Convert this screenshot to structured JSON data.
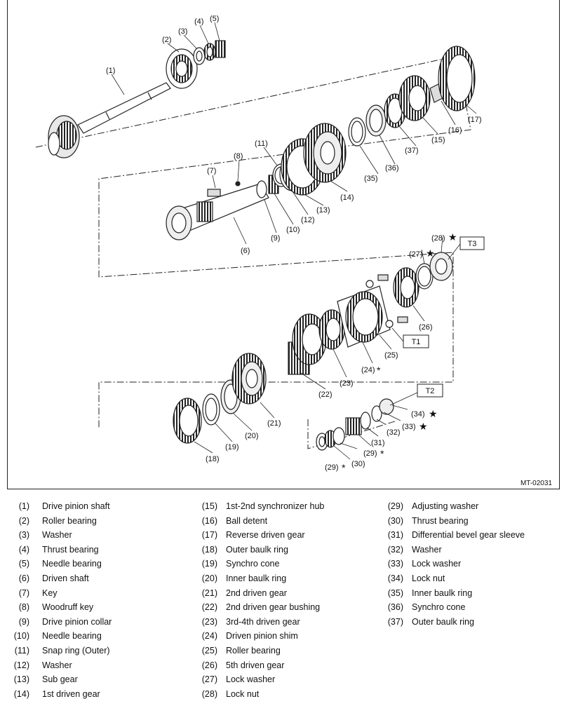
{
  "diagram": {
    "callouts": [
      {
        "id": "c1",
        "text": "(1)"
      },
      {
        "id": "c2",
        "text": "(2)"
      },
      {
        "id": "c3",
        "text": "(3)"
      },
      {
        "id": "c4",
        "text": "(4)"
      },
      {
        "id": "c5",
        "text": "(5)"
      },
      {
        "id": "c6",
        "text": "(6)"
      },
      {
        "id": "c7",
        "text": "(7)"
      },
      {
        "id": "c8",
        "text": "(8)"
      },
      {
        "id": "c9",
        "text": "(9)"
      },
      {
        "id": "c10",
        "text": "(10)"
      },
      {
        "id": "c11",
        "text": "(11)"
      },
      {
        "id": "c12",
        "text": "(12)"
      },
      {
        "id": "c13",
        "text": "(13)"
      },
      {
        "id": "c14",
        "text": "(14)"
      },
      {
        "id": "c15",
        "text": "(15)"
      },
      {
        "id": "c16",
        "text": "(16)"
      },
      {
        "id": "c17",
        "text": "(17)"
      },
      {
        "id": "c18",
        "text": "(18)"
      },
      {
        "id": "c19",
        "text": "(19)"
      },
      {
        "id": "c20",
        "text": "(20)"
      },
      {
        "id": "c21",
        "text": "(21)"
      },
      {
        "id": "c22",
        "text": "(22)"
      },
      {
        "id": "c23",
        "text": "(23)"
      },
      {
        "id": "c24",
        "text": "(24)"
      },
      {
        "id": "c25",
        "text": "(25)"
      },
      {
        "id": "c26",
        "text": "(26)"
      },
      {
        "id": "c27",
        "text": "(27)"
      },
      {
        "id": "c28",
        "text": "(28)"
      },
      {
        "id": "c29a",
        "text": "(29)"
      },
      {
        "id": "c29b",
        "text": "(29)"
      },
      {
        "id": "c30",
        "text": "(30)"
      },
      {
        "id": "c31",
        "text": "(31)"
      },
      {
        "id": "c32",
        "text": "(32)"
      },
      {
        "id": "c33",
        "text": "(33)"
      },
      {
        "id": "c34",
        "text": "(34)"
      },
      {
        "id": "c35",
        "text": "(35)"
      },
      {
        "id": "c36",
        "text": "(36)"
      },
      {
        "id": "c37",
        "text": "(37)"
      }
    ],
    "torque_labels": {
      "t1": "T1",
      "t2": "T2",
      "t3": "T3"
    },
    "star_symbol": "★",
    "asterisk_symbol": "*",
    "figure_code": "MT-02031"
  },
  "legend": {
    "col1": [
      {
        "num": "(1)",
        "label": "Drive pinion shaft"
      },
      {
        "num": "(2)",
        "label": "Roller bearing"
      },
      {
        "num": "(3)",
        "label": "Washer"
      },
      {
        "num": "(4)",
        "label": "Thrust bearing"
      },
      {
        "num": "(5)",
        "label": "Needle bearing"
      },
      {
        "num": "(6)",
        "label": "Driven shaft"
      },
      {
        "num": "(7)",
        "label": "Key"
      },
      {
        "num": "(8)",
        "label": "Woodruff key"
      },
      {
        "num": "(9)",
        "label": "Drive pinion collar"
      },
      {
        "num": "(10)",
        "label": "Needle bearing"
      },
      {
        "num": "(11)",
        "label": "Snap ring (Outer)"
      },
      {
        "num": "(12)",
        "label": "Washer"
      },
      {
        "num": "(13)",
        "label": "Sub gear"
      },
      {
        "num": "(14)",
        "label": "1st driven gear"
      }
    ],
    "col2": [
      {
        "num": "(15)",
        "label": "1st-2nd synchronizer hub"
      },
      {
        "num": "(16)",
        "label": "Ball detent"
      },
      {
        "num": "(17)",
        "label": "Reverse driven gear"
      },
      {
        "num": "(18)",
        "label": "Outer baulk ring"
      },
      {
        "num": "(19)",
        "label": "Synchro cone"
      },
      {
        "num": "(20)",
        "label": "Inner baulk ring"
      },
      {
        "num": "(21)",
        "label": "2nd driven gear"
      },
      {
        "num": "(22)",
        "label": "2nd driven gear bushing"
      },
      {
        "num": "(23)",
        "label": "3rd-4th driven gear"
      },
      {
        "num": "(24)",
        "label": "Driven pinion shim"
      },
      {
        "num": "(25)",
        "label": "Roller bearing"
      },
      {
        "num": "(26)",
        "label": "5th driven gear"
      },
      {
        "num": "(27)",
        "label": "Lock washer"
      },
      {
        "num": "(28)",
        "label": "Lock nut"
      }
    ],
    "col3": [
      {
        "num": "(29)",
        "label": "Adjusting washer"
      },
      {
        "num": "(30)",
        "label": "Thrust bearing"
      },
      {
        "num": "(31)",
        "label": "Differential bevel gear sleeve"
      },
      {
        "num": "(32)",
        "label": "Washer"
      },
      {
        "num": "(33)",
        "label": "Lock washer"
      },
      {
        "num": "(34)",
        "label": "Lock nut"
      },
      {
        "num": "(35)",
        "label": "Inner baulk ring"
      },
      {
        "num": "(36)",
        "label": "Synchro cone"
      },
      {
        "num": "(37)",
        "label": "Outer baulk ring"
      }
    ]
  }
}
